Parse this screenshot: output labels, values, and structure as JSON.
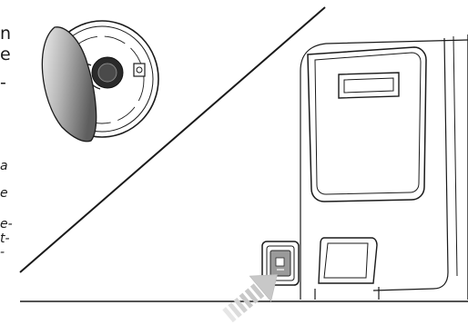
{
  "text_fragments": {
    "line1": "n",
    "line2": "e",
    "line3": "-",
    "line4": "a",
    "line5": "e",
    "line6": "e-",
    "line7": "t-",
    "line8": "-"
  },
  "illustration": {
    "fuel_cap_inset": "fuel-filler-cap-illustration",
    "dashboard_panel": "dashboard-panel-illustration",
    "release_switch": "fuel-flap-release-switch",
    "pointer_arrow": "hatched-arrow-pointer"
  },
  "colors": {
    "line": "#1a1a1a",
    "panel_fill": "#ffffff",
    "switch_fill": "#9a9a9a",
    "arrow_fill": "#c8c8c8",
    "flap_gradient_light": "#ececec",
    "flap_gradient_dark": "#5e5e5e"
  }
}
